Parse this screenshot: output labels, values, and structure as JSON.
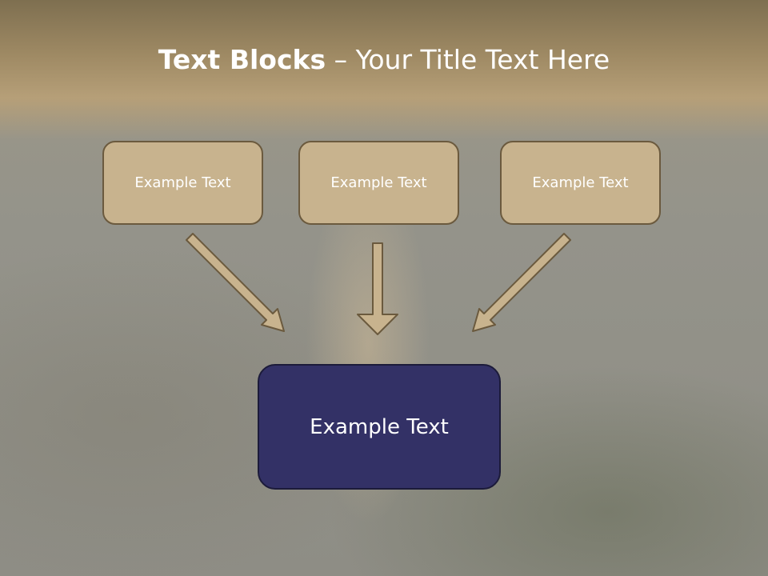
{
  "slide": {
    "title_bold": "Text Blocks",
    "title_rest": " – Your Title Text Here",
    "boxes": [
      {
        "label": "Example Text"
      },
      {
        "label": "Example Text"
      },
      {
        "label": "Example Text"
      }
    ],
    "main_box": {
      "label": "Example Text"
    }
  },
  "colors": {
    "box_fill": "#c8b38e",
    "box_border": "#6b5a3e",
    "main_fill": "#333166",
    "arrow_fill": "#c8b38e"
  }
}
